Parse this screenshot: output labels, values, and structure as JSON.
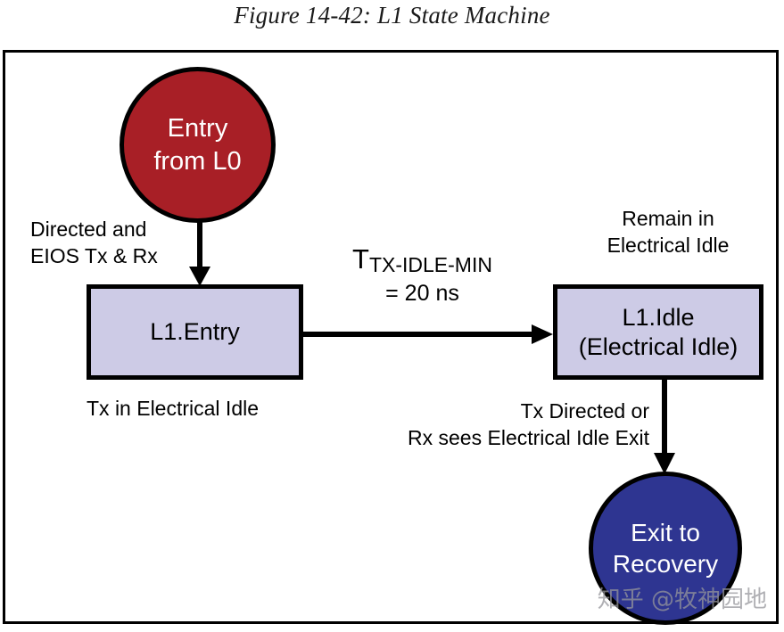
{
  "figure": {
    "title": "Figure 14-42: L1 State Machine"
  },
  "colors": {
    "entry_node_fill": "#a81f26",
    "exit_node_fill": "#2e3591",
    "state_box_fill": "#cdcbe6",
    "stroke": "#000000",
    "node_text": "#ffffff",
    "label_text": "#000000",
    "watermark": "#96969b"
  },
  "nodes": {
    "entry": {
      "id": "entry-from-l0",
      "shape": "circle",
      "line1": "Entry",
      "line2": "from L0"
    },
    "l1_entry": {
      "id": "l1-entry",
      "shape": "rect",
      "line1": "L1.Entry"
    },
    "l1_idle": {
      "id": "l1-idle",
      "shape": "rect",
      "line1": "L1.Idle",
      "line2": "(Electrical Idle)"
    },
    "exit": {
      "id": "exit-to-recovery",
      "shape": "circle",
      "line1": "Exit to",
      "line2": "Recovery"
    }
  },
  "edges": {
    "entry_to_l1_entry": {
      "from": "entry-from-l0",
      "to": "l1-entry",
      "direction": "down",
      "label_line1": "Directed and",
      "label_line2": "EIOS Tx & Rx"
    },
    "l1_entry_to_l1_idle": {
      "from": "l1-entry",
      "to": "l1-idle",
      "direction": "right",
      "label_symbol": "T",
      "label_subscript": "TX-IDLE-MIN",
      "label_value": "= 20 ns"
    },
    "l1_idle_to_exit": {
      "from": "l1-idle",
      "to": "exit-to-recovery",
      "direction": "down",
      "label_line1": "Tx Directed or",
      "label_line2": "Rx sees Electrical Idle Exit"
    }
  },
  "annotations": {
    "below_l1_entry": "Tx in Electrical Idle",
    "above_l1_idle_line1": "Remain in",
    "above_l1_idle_line2": "Electrical Idle"
  },
  "watermark": {
    "text": "知乎 @牧神园地"
  }
}
